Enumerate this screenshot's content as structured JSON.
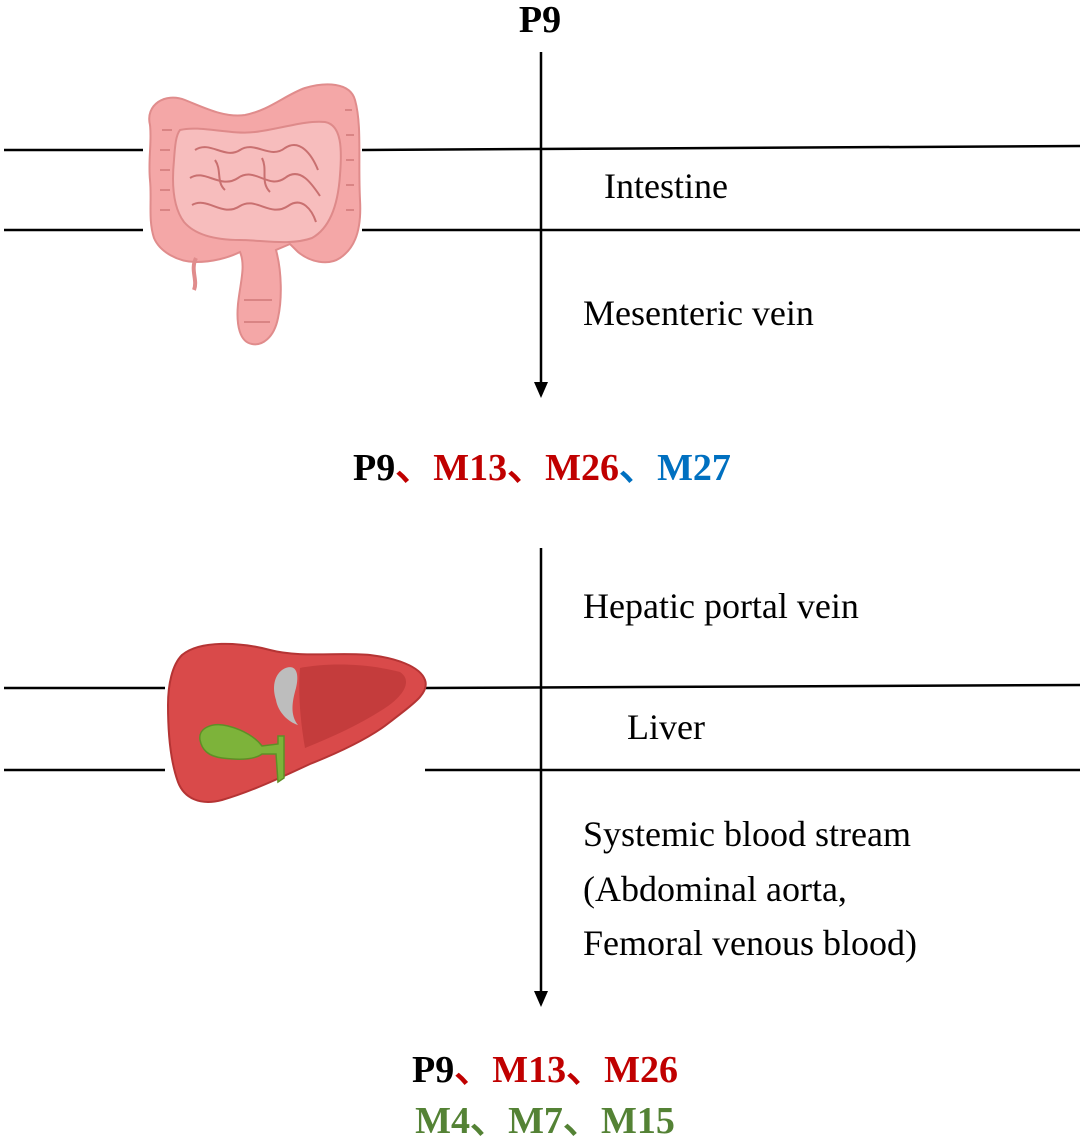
{
  "top_compound": "P9",
  "regions": {
    "intestine": "Intestine",
    "mesenteric_vein": "Mesenteric vein",
    "hepatic_portal_vein": "Hepatic portal vein",
    "liver": "Liver",
    "systemic_line1": "Systemic blood stream",
    "systemic_line2": "(Abdominal aorta,",
    "systemic_line3": "Femoral venous blood)"
  },
  "compounds_after_intestine": [
    {
      "name": "P9",
      "color": "#000000"
    },
    {
      "name": "M13",
      "color": "#C00000"
    },
    {
      "name": "M26",
      "color": "#C00000"
    },
    {
      "name": "M27",
      "color": "#0070C0"
    }
  ],
  "compounds_after_liver_row1": [
    {
      "name": "P9",
      "color": "#000000"
    },
    {
      "name": "M13",
      "color": "#C00000"
    },
    {
      "name": "M26",
      "color": "#C00000"
    }
  ],
  "compounds_after_liver_row2": [
    {
      "name": "M4",
      "color": "#548235"
    },
    {
      "name": "M7",
      "color": "#548235"
    },
    {
      "name": "M15",
      "color": "#548235"
    }
  ],
  "separator": "、",
  "icons": {
    "intestine": "intestine-icon",
    "liver": "liver-icon"
  }
}
